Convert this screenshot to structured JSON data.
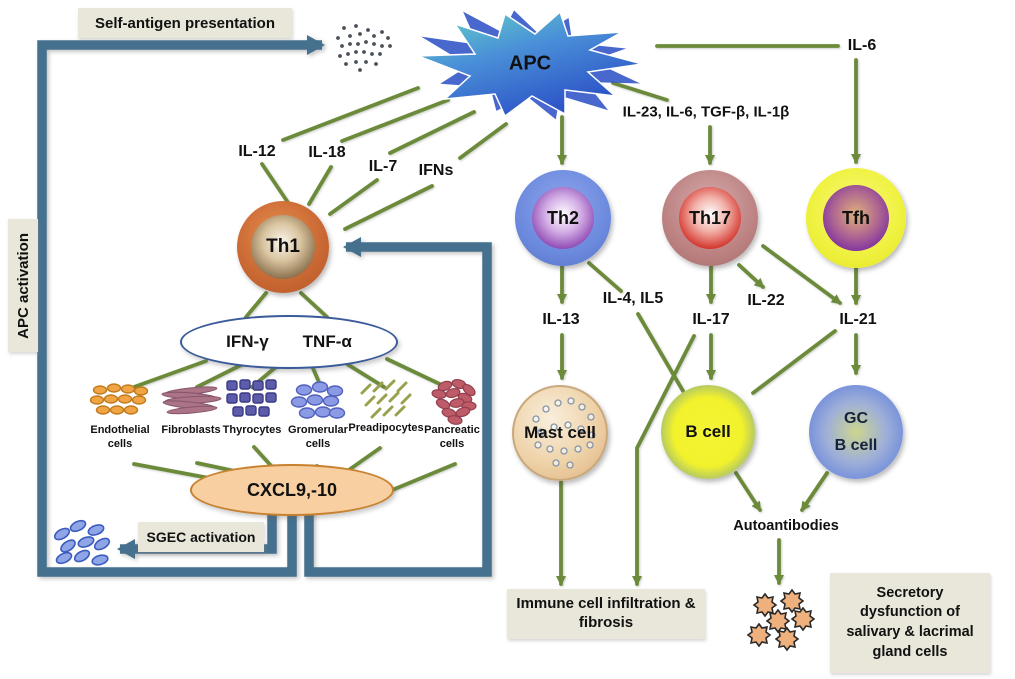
{
  "boxes": {
    "self_antigen": "Self-antigen presentation",
    "apc_activation": "APC activation",
    "sgec_activation": "SGEC activation",
    "infiltration": "Immune cell infiltration & fibrosis",
    "secretory": "Secretory dysfunction of salivary & lacrimal gland cells"
  },
  "nodes": {
    "apc": "APC",
    "th1": "Th1",
    "th2": "Th2",
    "th17": "Th17",
    "tfh": "Tfh",
    "mast_cell": "Mast cell",
    "b_cell": "B cell",
    "gc_b_cell_line1": "GC",
    "gc_b_cell_line2": "B cell",
    "ifn_gamma": "IFN-γ",
    "tnf_alpha": "TNF-α",
    "cxcl": "CXCL9,-10",
    "autoantibodies": "Autoantibodies"
  },
  "cytokines": {
    "il12": "IL-12",
    "il18": "IL-18",
    "il7": "IL-7",
    "ifns": "IFNs",
    "il6": "IL-6",
    "il23_combo": "IL-23, IL-6, TGF-β, IL-1β",
    "il13": "IL-13",
    "il4_il5": "IL-4, IL5",
    "il17": "IL-17",
    "il22": "IL-22",
    "il21": "IL-21"
  },
  "cell_types": [
    {
      "label": "Endothelial cells"
    },
    {
      "label": "Fibroblasts"
    },
    {
      "label": "Thyrocytes"
    },
    {
      "label": "Gromerular cells"
    },
    {
      "label": "Preadipocytes"
    },
    {
      "label": "Pancreatic cells"
    }
  ],
  "colors": {
    "arrow_blue": "#45718f",
    "line_green": "#6c8b3a",
    "box_beige": "#e9e7d9",
    "apc_teal": "#5ed3cc",
    "apc_blue": "#2b50c6",
    "th1_orange": "#cb6a35",
    "th2_blue": "#6c8ade",
    "th17_rose": "#bc8181",
    "th17_red": "#d23028",
    "tfh_yellow": "#f0f243",
    "inner_purple": "#6d2d96",
    "bcell_yellow": "#f2f22c",
    "bcell_blue": "#5a78d0",
    "mast_tan": "#eed2a8",
    "cxcl_peach": "#f7cfa0"
  }
}
